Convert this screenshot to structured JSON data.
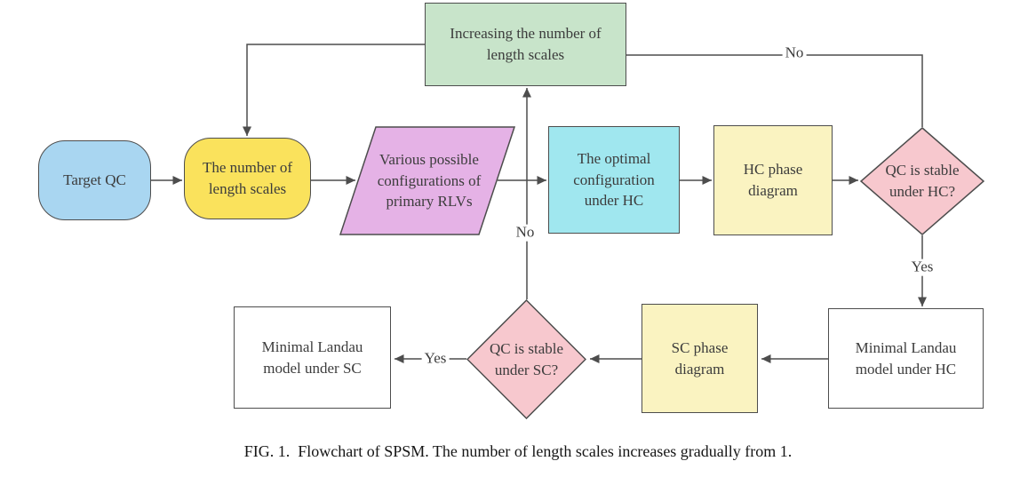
{
  "colors": {
    "blue": "#A9D6F1",
    "yellow_bright": "#FAE25C",
    "purple": "#E5B2E6",
    "cyan": "#A0E7EF",
    "pale_yellow": "#FAF3C1",
    "green": "#C8E4CA",
    "pink": "#F7C8CE",
    "white": "#FFFFFF",
    "border": "#4D4D4D",
    "text": "#3C3C3C"
  },
  "nodes": {
    "increasing_scales": {
      "label": "Increasing the number of length scales",
      "shape": "rectangle",
      "color_key": "green"
    },
    "target_qc": {
      "label": "Target QC",
      "shape": "rounded-rectangle",
      "color_key": "blue"
    },
    "num_length_scales": {
      "label": "The number of length scales",
      "shape": "rounded-rectangle",
      "color_key": "yellow_bright"
    },
    "configurations": {
      "label": "Various possible configurations of primary RLVs",
      "shape": "parallelogram",
      "color_key": "purple"
    },
    "optimal_config": {
      "label": "The optimal configuration under HC",
      "shape": "rectangle",
      "color_key": "cyan"
    },
    "hc_phase": {
      "label": "HC phase diagram",
      "shape": "rectangle",
      "color_key": "pale_yellow"
    },
    "qc_stable_hc": {
      "label": "QC is stable under HC?",
      "shape": "diamond",
      "color_key": "pink"
    },
    "minimal_hc": {
      "label": "Minimal Landau model under HC",
      "shape": "rectangle",
      "color_key": "white"
    },
    "sc_phase": {
      "label": "SC phase diagram",
      "shape": "rectangle",
      "color_key": "pale_yellow"
    },
    "qc_stable_sc": {
      "label": "QC is stable under SC?",
      "shape": "diamond",
      "color_key": "pink"
    },
    "minimal_sc": {
      "label": "Minimal Landau model under SC",
      "shape": "rectangle",
      "color_key": "white"
    }
  },
  "edge_labels": {
    "no_top": "No",
    "yes_right": "Yes",
    "no_middle": "No",
    "yes_bottom": "Yes"
  },
  "caption": "FIG. 1.  Flowchart of SPSM. The number of length scales increases gradually from 1."
}
